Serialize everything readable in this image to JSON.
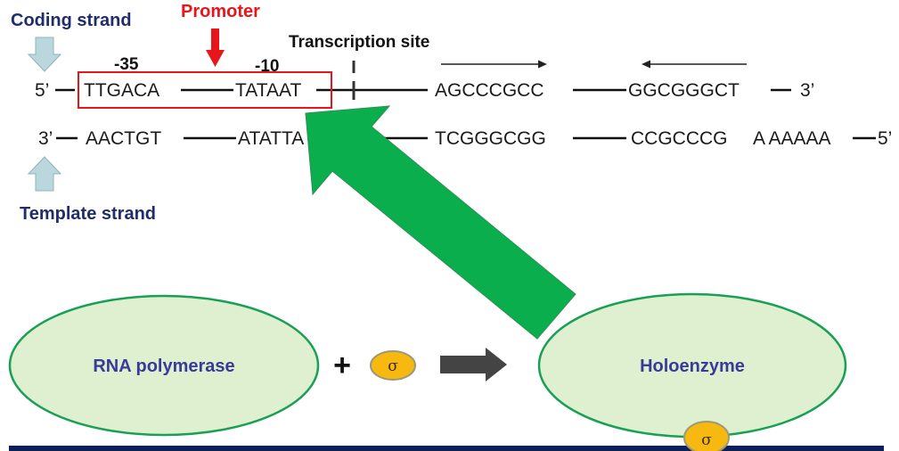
{
  "labels": {
    "coding_strand": "Coding strand",
    "template_strand": "Template strand",
    "promoter": "Promoter",
    "minus35": "-35",
    "minus10": "-10",
    "transcription_site": "Transcription site"
  },
  "coding": {
    "end5": "5’",
    "box35": "TTGACA",
    "box10": "TATAAT",
    "seq1": "AGCCCGCC",
    "seq2": "GGCGGGCT",
    "end3": "3’"
  },
  "template": {
    "end3": "3’",
    "box35": "AACTGT",
    "box10": "ATATTA",
    "seq1": "TCGGGCGG",
    "seq2": "CCGCCCG",
    "polyA": "A AAAAA",
    "end5": "5’"
  },
  "bottom": {
    "rna_polymerase": "RNA polymerase",
    "plus": "+",
    "sigma": "σ",
    "holoenzyme": "Holoenzyme",
    "holo_sigma": "σ"
  },
  "colors": {
    "promoter_red": "#e8161b",
    "label_blue": "#1f2d6b",
    "enzyme_fill": "#dff0d0",
    "enzyme_stroke": "#1aa055",
    "big_arrow_green": "#0aae4c",
    "sigma_fill": "#f7b90f",
    "strand_arrow_fill": "#b9d7dc",
    "footer_bar": "#0d1f5a"
  }
}
